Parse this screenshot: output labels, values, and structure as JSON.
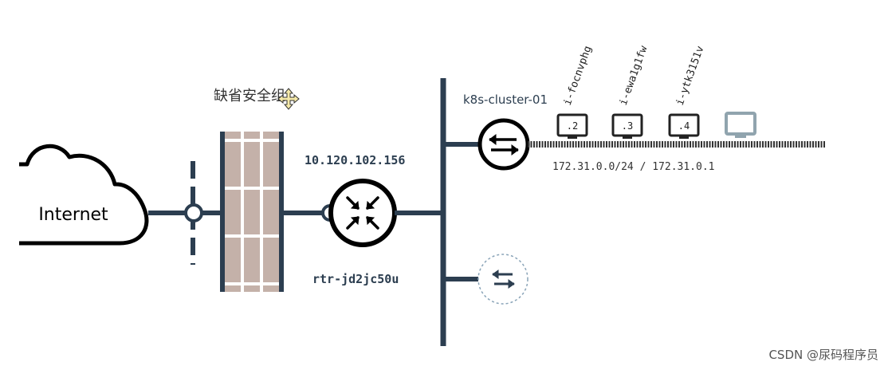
{
  "cloud": {
    "label": "Internet"
  },
  "security_group": {
    "label": "缺省安全组"
  },
  "router": {
    "ip": "10.120.102.156",
    "name": "rtr-jd2jc50u"
  },
  "network": {
    "name": "k8s-cluster-01",
    "cidr": "172.31.0.0/24 / 172.31.0.1",
    "hosts": [
      {
        "name": "i-focnvphg",
        "suffix": ".2"
      },
      {
        "name": "i-ewa1g1fw",
        "suffix": ".3"
      },
      {
        "name": "i-ytk3151v",
        "suffix": ".4"
      }
    ]
  },
  "watermark": "CSDN @尿码程序员",
  "colors": {
    "line": "#2c3e50",
    "brick": "#c4b1a9",
    "switch_dashed": "#8aa4b8",
    "host_grey": "#90a4ae"
  }
}
